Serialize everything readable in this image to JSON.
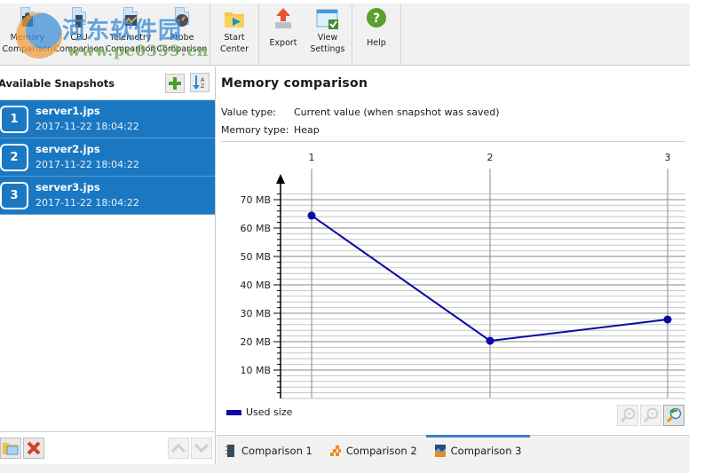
{
  "toolbar": {
    "groups": [
      {
        "buttons": [
          {
            "label": "Memory\nComparison",
            "icon": "memory-comparison-icon"
          },
          {
            "label": "CPU\nComparison",
            "icon": "cpu-comparison-icon"
          },
          {
            "label": "Telemetry\nComparison",
            "icon": "telemetry-comparison-icon"
          },
          {
            "label": "Probe\nComparison",
            "icon": "probe-comparison-icon"
          }
        ]
      },
      {
        "buttons": [
          {
            "label": "Start\nCenter",
            "icon": "folder-play-icon"
          }
        ]
      },
      {
        "buttons": [
          {
            "label": "Export",
            "icon": "export-arrow-icon"
          },
          {
            "label": "View\nSettings",
            "icon": "view-settings-icon"
          }
        ]
      },
      {
        "buttons": [
          {
            "label": "Help",
            "icon": "help-icon"
          }
        ]
      }
    ],
    "watermark": {
      "cn_text": "河东软件园",
      "url_text": "www.pc0359.cn"
    }
  },
  "left_panel": {
    "title": "Available Snapshots",
    "add_icon": "add-plus-icon",
    "sort_icon": "sort-az-icon",
    "snapshots": [
      {
        "num": "1",
        "name": "server1.jps",
        "date": "2017-11-22 18:04:22"
      },
      {
        "num": "2",
        "name": "server2.jps",
        "date": "2017-11-22 18:04:22"
      },
      {
        "num": "3",
        "name": "server3.jps",
        "date": "2017-11-22 18:04:22"
      }
    ],
    "footer": {
      "open_icon": "open-folder-icon",
      "remove_icon": "remove-x-icon",
      "up_icon": "chevron-up-icon",
      "down_icon": "chevron-down-icon"
    }
  },
  "main": {
    "title": "Memory comparison",
    "value_type_label": "Value type:",
    "value_type": "Current value (when snapshot was saved)",
    "memory_type_label": "Memory type:",
    "memory_type": "Heap",
    "legend_label": "Used size",
    "series_color": "#0a0aa8",
    "zoom_buttons": [
      "zoom-in-icon",
      "zoom-out-icon",
      "zoom-reset-icon"
    ]
  },
  "chart_data": {
    "type": "line",
    "title": "Memory comparison",
    "x": [
      "1",
      "2",
      "3"
    ],
    "series": [
      {
        "name": "Used size",
        "values": [
          64.4,
          20.3,
          27.8
        ],
        "unit": "MB",
        "color": "#0a0aa8"
      }
    ],
    "xlabel": "",
    "ylabel": "",
    "yticks": [
      "10 MB",
      "20 MB",
      "30 MB",
      "40 MB",
      "50 MB",
      "60 MB",
      "70 MB"
    ],
    "ylim": [
      0,
      75
    ],
    "grid": {
      "major_step": 10,
      "minor_step": 2
    },
    "legend_position": "bottom-left"
  },
  "tabs": [
    {
      "label": "Comparison 1",
      "icon": "memory-chip-icon",
      "active": false
    },
    {
      "label": "Comparison 2",
      "icon": "heap-blocks-icon",
      "active": false
    },
    {
      "label": "Comparison 3",
      "icon": "telemetry-chart-icon",
      "active": true
    }
  ]
}
